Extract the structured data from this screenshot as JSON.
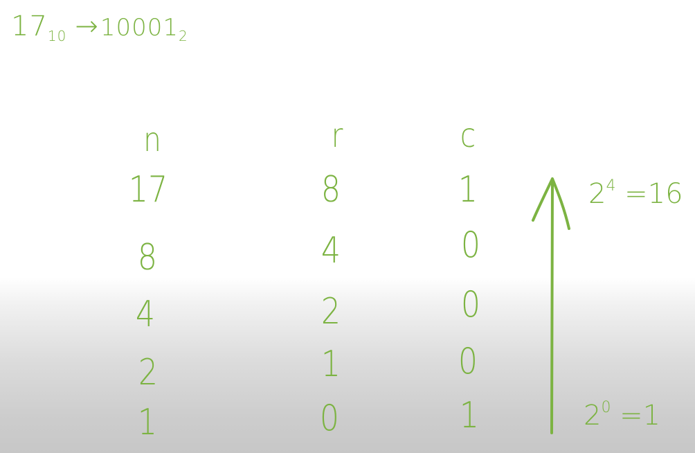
{
  "title": {
    "decimal": "17",
    "decimal_base": "10",
    "arrow": "→",
    "binary": "10001",
    "binary_base": "2"
  },
  "table": {
    "headers": [
      "n",
      "r",
      "c"
    ],
    "rows": [
      [
        "17",
        "8",
        "1"
      ],
      [
        "8",
        "4",
        "0"
      ],
      [
        "4",
        "2",
        "0"
      ],
      [
        "2",
        "1",
        "0"
      ],
      [
        "1",
        "0",
        "1"
      ]
    ]
  },
  "annotations": {
    "top": {
      "base": "2",
      "exp": "4",
      "rest": " =16"
    },
    "bottom": {
      "base": "2",
      "exp": "0",
      "rest": " =1"
    }
  },
  "ink_color": "#7cb342"
}
